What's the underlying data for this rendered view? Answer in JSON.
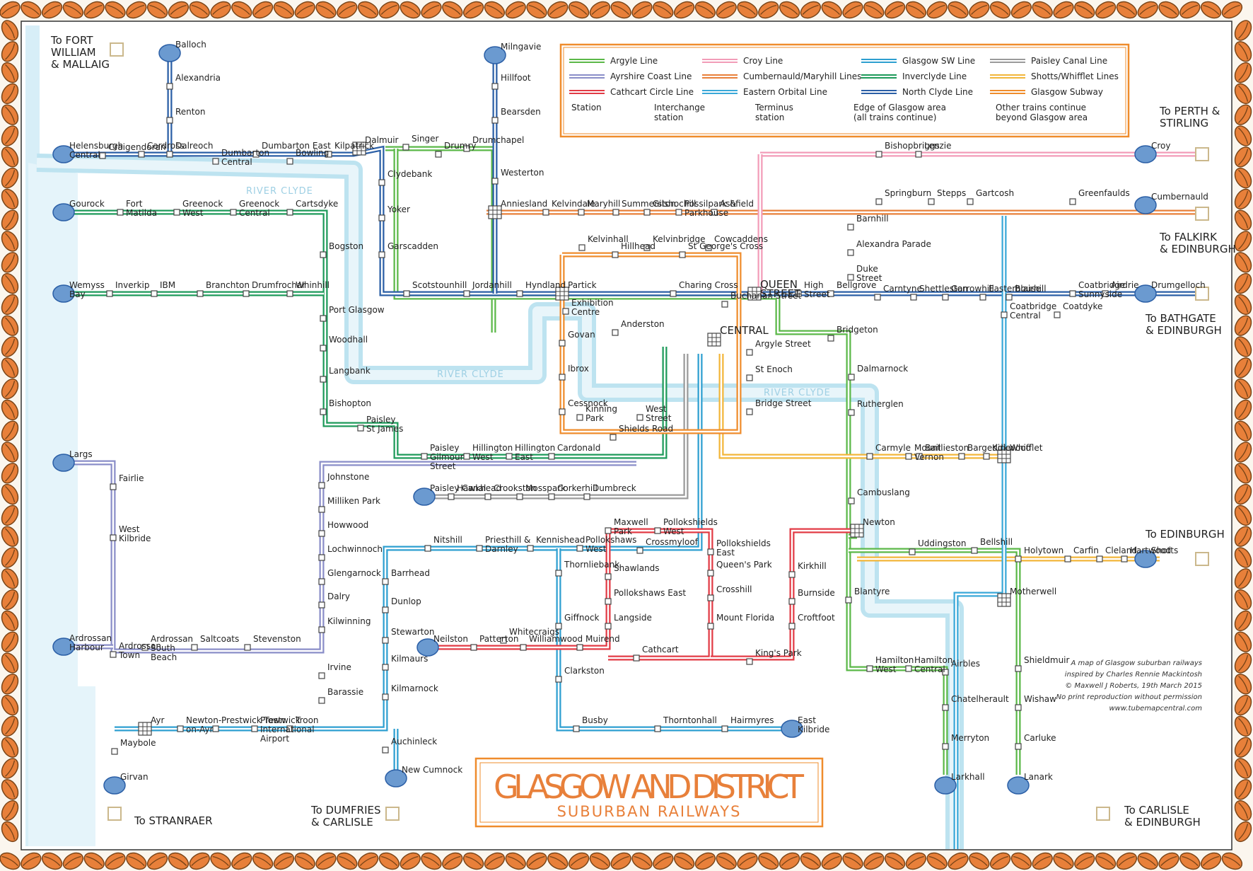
{
  "title": {
    "main": "GLASGOW AND DISTRICT",
    "sub": "SUBURBAN RAILWAYS"
  },
  "colors": {
    "argyle": "#5bb848",
    "ayrshire": "#8a8ec8",
    "cathcart": "#e23b45",
    "croy": "#f29cb8",
    "cumbernauld": "#e8803a",
    "eastern_orbital": "#3aa8d8",
    "glasgow_sw": "#2e9fd0",
    "inverclyde": "#1e9a5a",
    "north_clyde": "#2b5fa6",
    "paisley_canal": "#9a9a9a",
    "shotts": "#f2b63a",
    "subway": "#ef8c2c",
    "river": "#bde3f0",
    "border_leaf": "#e8803a",
    "other": "#cbb88c"
  },
  "legend": {
    "lines": [
      {
        "key": "argyle",
        "label": "Argyle Line"
      },
      {
        "key": "ayrshire",
        "label": "Ayrshire Coast Line"
      },
      {
        "key": "cathcart",
        "label": "Cathcart Circle Line"
      },
      {
        "key": "croy",
        "label": "Croy Line"
      },
      {
        "key": "cumbernauld",
        "label": "Cumbernauld/Maryhill Lines"
      },
      {
        "key": "eastern_orbital",
        "label": "Eastern Orbital Line"
      },
      {
        "key": "glasgow_sw",
        "label": "Glasgow SW Line"
      },
      {
        "key": "inverclyde",
        "label": "Inverclyde Line"
      },
      {
        "key": "north_clyde",
        "label": "North Clyde Line"
      },
      {
        "key": "paisley_canal",
        "label": "Paisley Canal Line"
      },
      {
        "key": "shotts",
        "label": "Shotts/Whifflet Lines"
      },
      {
        "key": "subway",
        "label": "Glasgow Subway"
      }
    ],
    "station": "Station",
    "interchange": [
      "Interchange",
      "station"
    ],
    "terminus": [
      "Terminus",
      "station"
    ],
    "edge": [
      "Edge of Glasgow area",
      "(all trains continue)"
    ],
    "other": [
      "Other trains continue",
      "beyond Glasgow area"
    ]
  },
  "rivers": [
    "RIVER CLYDE",
    "RIVER CLYDE",
    "RIVER CLYDE"
  ],
  "destinations": [
    [
      "To FORT",
      "WILLIAM",
      "& MALLAIG"
    ],
    [
      "To PERTH &",
      "STIRLING"
    ],
    [
      "To FALKIRK",
      "& EDINBURGH"
    ],
    [
      "To BATHGATE",
      "& EDINBURGH"
    ],
    [
      "To EDINBURGH"
    ],
    [
      "To STRANRAER"
    ],
    [
      "To DUMFRIES",
      "& CARLISLE"
    ],
    [
      "To CARLISLE",
      "& EDINBURGH"
    ]
  ],
  "stations": [
    [
      "Balloch"
    ],
    [
      "Alexandria"
    ],
    [
      "Renton"
    ],
    [
      "Helensburgh",
      "Central"
    ],
    [
      "Craigendoran"
    ],
    [
      "Cardross"
    ],
    [
      "Dalreoch"
    ],
    [
      "Dumbarton",
      "Central"
    ],
    [
      "Dumbarton East"
    ],
    [
      "Bowling"
    ],
    [
      "Kilpatrick"
    ],
    [
      "Dalmuir"
    ],
    [
      "Singer"
    ],
    [
      "Drumry"
    ],
    [
      "Drumchapel"
    ],
    [
      "Milngavie"
    ],
    [
      "Hillfoot"
    ],
    [
      "Bearsden"
    ],
    [
      "Westerton"
    ],
    [
      "Clydebank"
    ],
    [
      "Yoker"
    ],
    [
      "Garscadden"
    ],
    [
      "Scotstounhill"
    ],
    [
      "Jordanhill"
    ],
    [
      "Hyndland"
    ],
    [
      "Anniesland"
    ],
    [
      "Kelvindale"
    ],
    [
      "Maryhill"
    ],
    [
      "Summerston"
    ],
    [
      "Gilshochill"
    ],
    [
      "Possilpark &",
      "Parkhouse"
    ],
    [
      "Ashfield"
    ],
    [
      "Bishopbriggs"
    ],
    [
      "Lenzie"
    ],
    [
      "Croy"
    ],
    [
      "Springburn"
    ],
    [
      "Stepps"
    ],
    [
      "Gartcosh"
    ],
    [
      "Greenfaulds"
    ],
    [
      "Cumbernauld"
    ],
    [
      "Barnhill"
    ],
    [
      "Alexandra Parade"
    ],
    [
      "Duke",
      "Street"
    ],
    [
      "Kelvinhall"
    ],
    [
      "Hillhead"
    ],
    [
      "Kelvinbridge"
    ],
    [
      "St George's Cross"
    ],
    [
      "Cowcaddens"
    ],
    [
      "Partick"
    ],
    [
      "Charing Cross"
    ],
    [
      "Buchanan Street"
    ],
    [
      "QUEEN",
      "STREET"
    ],
    [
      "High",
      "Street"
    ],
    [
      "Bellgrove"
    ],
    [
      "Carntyne"
    ],
    [
      "Shettleston"
    ],
    [
      "Garrowhill"
    ],
    [
      "Easterhouse"
    ],
    [
      "Blairhill"
    ],
    [
      "Coatbridge",
      "Sunnyside"
    ],
    [
      "Airdrie"
    ],
    [
      "Drumgelloch"
    ],
    [
      "Coatbridge",
      "Central"
    ],
    [
      "Coatdyke"
    ],
    [
      "Exhibition",
      "Centre"
    ],
    [
      "Anderston"
    ],
    [
      "CENTRAL"
    ],
    [
      "Bridgeton"
    ],
    [
      "Argyle Street"
    ],
    [
      "St Enoch"
    ],
    [
      "Bridge Street"
    ],
    [
      "Govan"
    ],
    [
      "Ibrox"
    ],
    [
      "Cessnock"
    ],
    [
      "Kinning",
      "Park"
    ],
    [
      "West",
      "Street"
    ],
    [
      "Shields Road"
    ],
    [
      "Dalmarnock"
    ],
    [
      "Rutherglen"
    ],
    [
      "Mount",
      "Vernon"
    ],
    [
      "Bargeddie"
    ],
    [
      "Carmyle"
    ],
    [
      "Baillieston"
    ],
    [
      "Kirkwood"
    ],
    [
      "Whifflet"
    ],
    [
      "Cambuslang"
    ],
    [
      "Gourock"
    ],
    [
      "Fort",
      "Matilda"
    ],
    [
      "Greenock",
      "West"
    ],
    [
      "Greenock",
      "Central"
    ],
    [
      "Cartsdyke"
    ],
    [
      "Bogston"
    ],
    [
      "Wemyss",
      "Bay"
    ],
    [
      "Inverkip"
    ],
    [
      "IBM"
    ],
    [
      "Branchton"
    ],
    [
      "Drumfrochar"
    ],
    [
      "Whinhill"
    ],
    [
      "Port Glasgow"
    ],
    [
      "Woodhall"
    ],
    [
      "Langbank"
    ],
    [
      "Bishopton"
    ],
    [
      "Paisley",
      "St James"
    ],
    [
      "Paisley",
      "Gilmour",
      "Street"
    ],
    [
      "Hillington",
      "West"
    ],
    [
      "Hillington",
      "East"
    ],
    [
      "Cardonald"
    ],
    [
      "Largs"
    ],
    [
      "Fairlie"
    ],
    [
      "West",
      "Kilbride"
    ],
    [
      "Ardrossan",
      "Harbour"
    ],
    [
      "Ardrossan",
      "Town"
    ],
    [
      "Ardrossan",
      "South",
      "Beach"
    ],
    [
      "Saltcoats"
    ],
    [
      "Stevenston"
    ],
    [
      "Johnstone"
    ],
    [
      "Milliken Park"
    ],
    [
      "Howwood"
    ],
    [
      "Lochwinnoch"
    ],
    [
      "Glengarnock"
    ],
    [
      "Dalry"
    ],
    [
      "Kilwinning"
    ],
    [
      "Irvine"
    ],
    [
      "Barassie"
    ],
    [
      "Paisley Canal"
    ],
    [
      "Hawkhead"
    ],
    [
      "Crookston"
    ],
    [
      "Mosspark"
    ],
    [
      "Corkerhill"
    ],
    [
      "Dumbreck"
    ],
    [
      "Nitshill"
    ],
    [
      "Priesthill &",
      "Darnley"
    ],
    [
      "Kennishead"
    ],
    [
      "Pollokshaws",
      "West"
    ],
    [
      "Thornliebank"
    ],
    [
      "Maxwell",
      "Park"
    ],
    [
      "Pollokshields",
      "West"
    ],
    [
      "Crossmyloof"
    ],
    [
      "Shawlands"
    ],
    [
      "Pollokshaws East"
    ],
    [
      "Langside"
    ],
    [
      "Cathcart"
    ],
    [
      "Pollokshields",
      "East"
    ],
    [
      "Queen's Park"
    ],
    [
      "Crosshill"
    ],
    [
      "Mount Florida"
    ],
    [
      "King's Park"
    ],
    [
      "Neilston"
    ],
    [
      "Patterton"
    ],
    [
      "Whitecraigs"
    ],
    [
      "Williamwood"
    ],
    [
      "Muirend"
    ],
    [
      "Giffnock"
    ],
    [
      "Clarkston"
    ],
    [
      "Busby"
    ],
    [
      "Thorntonhall"
    ],
    [
      "Hairmyres"
    ],
    [
      "East",
      "Kilbride"
    ],
    [
      "Barrhead"
    ],
    [
      "Dunlop"
    ],
    [
      "Stewarton"
    ],
    [
      "Kilmaurs"
    ],
    [
      "Kilmarnock"
    ],
    [
      "Auchinleck"
    ],
    [
      "New Cumnock"
    ],
    [
      "Ayr"
    ],
    [
      "Newton-",
      "on-Ayr"
    ],
    [
      "Prestwick Town"
    ],
    [
      "Prestwick",
      "International",
      "Airport"
    ],
    [
      "Troon"
    ],
    [
      "Maybole"
    ],
    [
      "Girvan"
    ],
    [
      "Newton"
    ],
    [
      "Kirkhill"
    ],
    [
      "Burnside"
    ],
    [
      "Croftfoot"
    ],
    [
      "Uddingston"
    ],
    [
      "Bellshill"
    ],
    [
      "Holytown"
    ],
    [
      "Carfin"
    ],
    [
      "Cleland"
    ],
    [
      "Hartwood"
    ],
    [
      "Shotts"
    ],
    [
      "Blantyre"
    ],
    [
      "Hamilton",
      "West"
    ],
    [
      "Hamilton",
      "Central"
    ],
    [
      "Airbles"
    ],
    [
      "Motherwell"
    ],
    [
      "Shieldmuir"
    ],
    [
      "Chatelherault"
    ],
    [
      "Merryton"
    ],
    [
      "Larkhall"
    ],
    [
      "Wishaw"
    ],
    [
      "Carluke"
    ],
    [
      "Lanark"
    ]
  ],
  "credit": [
    "A map of Glasgow suburban railways",
    "inspired by Charles Rennie Mackintosh",
    "© Maxwell J Roberts, 19th March 2015",
    "No print reproduction without permission",
    "www.tubemapcentral.com"
  ]
}
